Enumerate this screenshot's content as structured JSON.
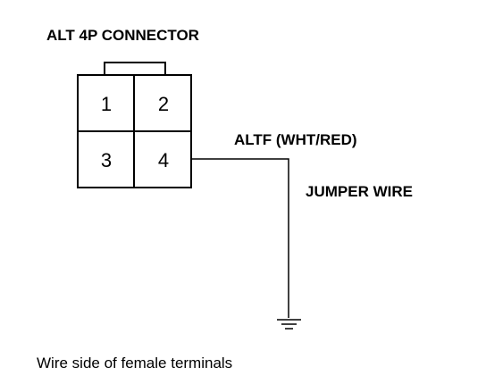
{
  "connector": {
    "title": "ALT 4P CONNECTOR",
    "pins": [
      "1",
      "2",
      "3",
      "4"
    ]
  },
  "wire": {
    "label": "ALTF (WHT/RED)",
    "jumper_label": "JUMPER WIRE"
  },
  "caption": "Wire side of female terminals",
  "icons": {
    "ground": "ground-icon"
  }
}
